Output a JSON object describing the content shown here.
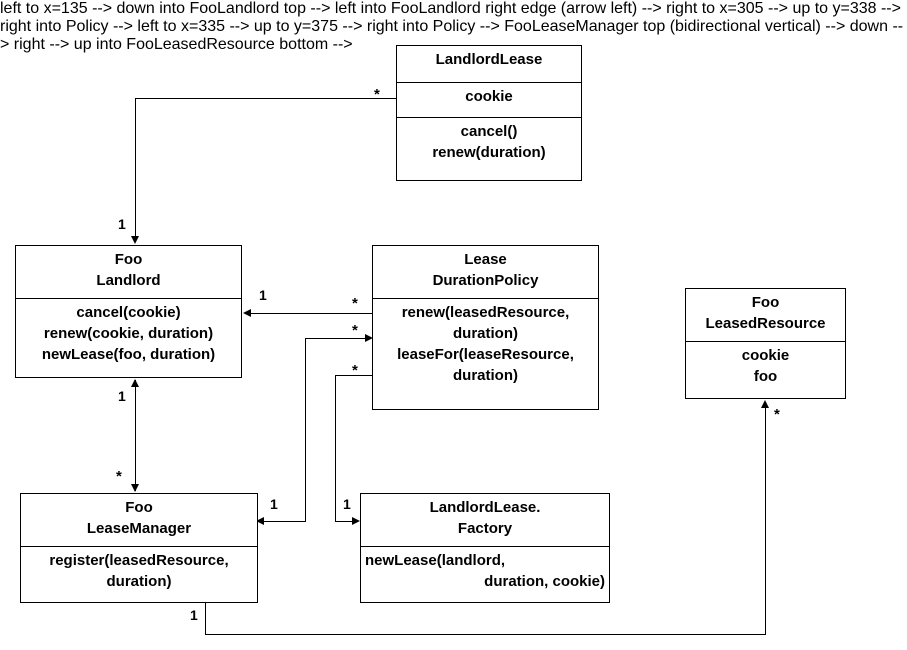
{
  "diagram": {
    "type": "uml-class-diagram",
    "classes": [
      {
        "id": "landlord-lease",
        "name_lines": [
          "LandlordLease"
        ],
        "attributes": [
          "cookie"
        ],
        "operations": [
          "cancel()",
          "renew(duration)"
        ]
      },
      {
        "id": "foo-landlord",
        "name_lines": [
          "Foo",
          "Landlord"
        ],
        "attributes": [],
        "operations": [
          "cancel(cookie)",
          "renew(cookie, duration)",
          "newLease(foo, duration)"
        ]
      },
      {
        "id": "lease-duration-policy",
        "name_lines": [
          "Lease",
          "DurationPolicy"
        ],
        "attributes": [],
        "operations": [
          "renew(leasedResource,",
          "duration)",
          "leaseFor(leaseResource,",
          "duration)"
        ]
      },
      {
        "id": "foo-leased-resource",
        "name_lines": [
          "Foo",
          "LeasedResource"
        ],
        "attributes": [
          "cookie",
          "foo"
        ],
        "operations": []
      },
      {
        "id": "foo-lease-manager",
        "name_lines": [
          "Foo",
          "LeaseManager"
        ],
        "attributes": [],
        "operations": [
          "register(leasedResource,",
          "duration)"
        ]
      },
      {
        "id": "landlord-lease-factory",
        "name_lines": [
          "LandlordLease.",
          "Factory"
        ],
        "attributes": [],
        "operations": [
          "newLease(landlord,",
          "duration, cookie)"
        ]
      }
    ],
    "multiplicities": [
      {
        "id": "m-lease-star",
        "label": "*"
      },
      {
        "id": "m-landlord-one-top",
        "label": "1"
      },
      {
        "id": "m-landlord-one-policy",
        "label": "1"
      },
      {
        "id": "m-policy-star-renew",
        "label": "*"
      },
      {
        "id": "m-policy-star-manager",
        "label": "*"
      },
      {
        "id": "m-policy-star-factory",
        "label": "*"
      },
      {
        "id": "m-landlord-one-manager",
        "label": "1"
      },
      {
        "id": "m-manager-star",
        "label": "*"
      },
      {
        "id": "m-manager-one-policy",
        "label": "1"
      },
      {
        "id": "m-factory-one-policy",
        "label": "1"
      },
      {
        "id": "m-manager-one-resource",
        "label": "1"
      },
      {
        "id": "m-resource-star",
        "label": "*"
      }
    ],
    "colors": {
      "line": "#000000",
      "box_fill": "#ffffff",
      "text": "#000000",
      "background": "#ffffff"
    }
  }
}
